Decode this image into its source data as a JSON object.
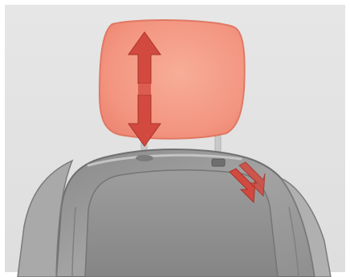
{
  "illustration": {
    "subject": "seat-headrest-adjustment",
    "colors": {
      "background": "#e2e2e2",
      "headrest_fill": "#f39580",
      "headrest_edge": "#e57a66",
      "arrow": "#d24a3f",
      "seat": "#9b9b9b",
      "seat_dark": "#7c7c7c",
      "seat_light": "#bdbdbd",
      "post": "#c7c7c7"
    },
    "arrows": [
      {
        "name": "headrest-height-arrow",
        "direction": "up-and-down"
      },
      {
        "name": "release-button-arrow",
        "direction": "press"
      }
    ]
  }
}
